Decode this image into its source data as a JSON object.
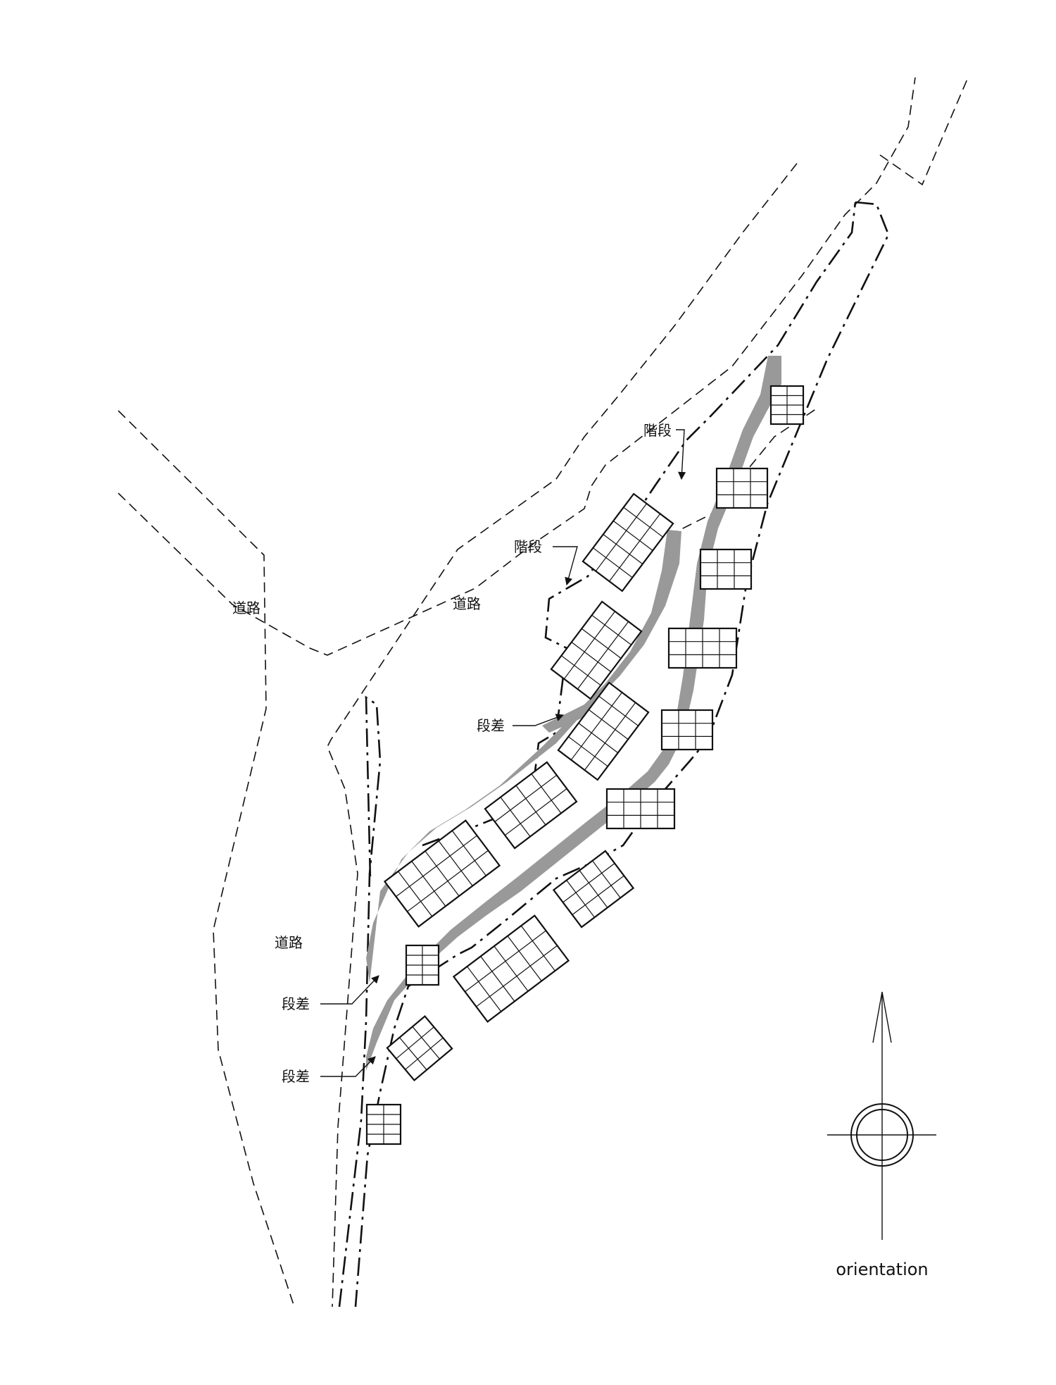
{
  "labels": {
    "road_1": "道路",
    "road_2": "道路",
    "road_3": "道路",
    "stairs_1": "階段",
    "stairs_2": "階段",
    "level_diff_1": "段差",
    "level_diff_2": "段差",
    "level_diff_3": "段差",
    "orientation": "orientation"
  },
  "colors": {
    "ink": "#111111",
    "step_band": "#999999",
    "background": "#ffffff"
  },
  "icons": {
    "north_arrow": "north-arrow-icon"
  }
}
